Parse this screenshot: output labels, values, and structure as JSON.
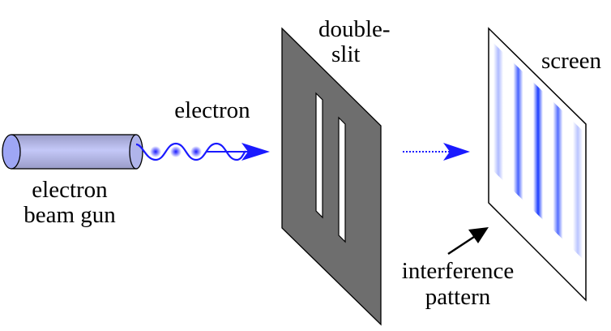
{
  "labels": {
    "electron": "electron",
    "gun_line1": "electron",
    "gun_line2": "beam gun",
    "slit_line1": "double-",
    "slit_line2": "slit",
    "screen": "screen",
    "pattern_line1": "interference",
    "pattern_line2": "pattern"
  },
  "colors": {
    "wave": "#1a1aff",
    "slit_panel": "#6e6e6e",
    "gun_body": "#b4b8ee",
    "gun_face": "#9ea6f5",
    "fringe": "#1a3cff"
  },
  "fringe_intensities": [
    0.35,
    0.8,
    1.0,
    0.75,
    0.3
  ]
}
